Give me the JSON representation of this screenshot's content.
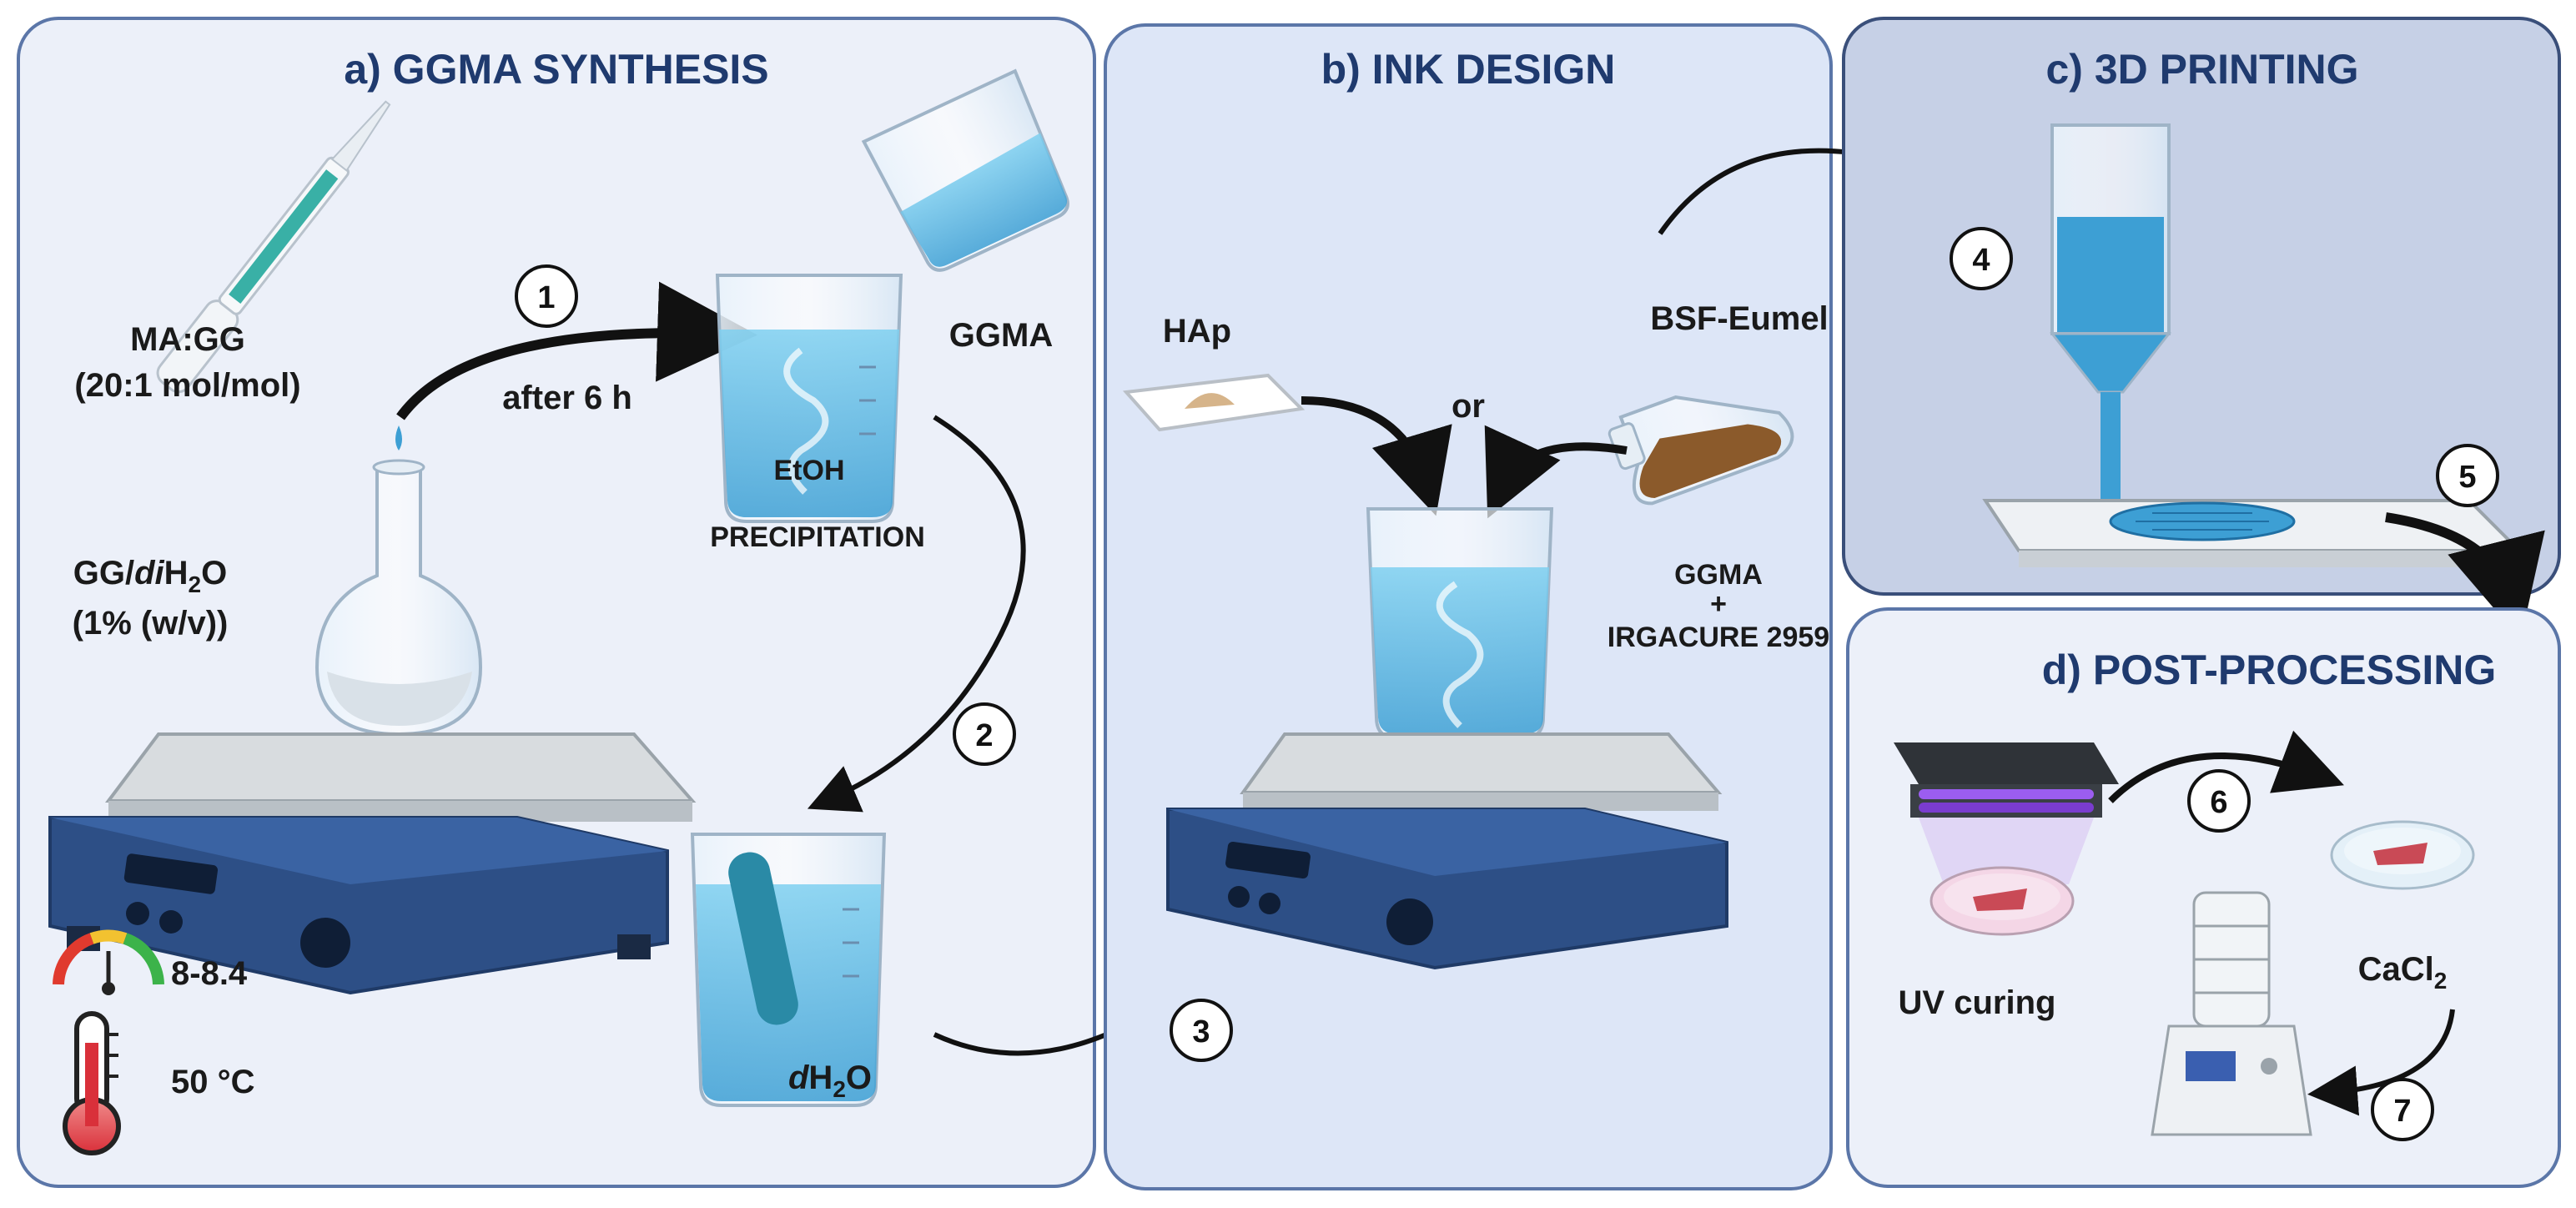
{
  "panels": {
    "a": {
      "title": "a) GGMA SYNTHESIS"
    },
    "b": {
      "title": "b) INK DESIGN"
    },
    "c": {
      "title": "c) 3D PRINTING"
    },
    "d": {
      "title": "d) POST-PROCESSING"
    }
  },
  "labels": {
    "ma_gg_line1": "MA:GG",
    "ma_gg_line2": "(20:1 mol/mol)",
    "gg_line1_prefix": "GG/",
    "gg_line1_italic": "di",
    "gg_line1_suffix": "H",
    "gg_line1_sub": "2",
    "gg_line1_end": "O",
    "gg_line2": "(1% (w/v))",
    "after_6h": "after 6 h",
    "ggma_a": "GGMA",
    "etoh": "EtOH",
    "precipitation": "PRECIPITATION",
    "ph_value": "8-8.4",
    "temperature": "50 °C",
    "dh2o_italic": "d",
    "dh2o_h": "H",
    "dh2o_sub": "2",
    "dh2o_o": "O",
    "hap": "HAp",
    "or": "or",
    "bsf_eumel": "BSF-Eumel",
    "ggma_b": "GGMA",
    "plus": "+",
    "irgacure": "IRGACURE 2959",
    "uv_curing": "UV curing",
    "cacl2_main": "CaCl",
    "cacl2_sub": "2"
  },
  "steps": [
    "1",
    "2",
    "3",
    "4",
    "5",
    "6",
    "7"
  ],
  "colors": {
    "panel_border": "#5b76a8",
    "panel_a_fill": "#ecf0f9",
    "panel_b_fill": "#dde6f7",
    "panel_c_fill": "#c6d0e6",
    "panel_d_fill": "#ecf0f9",
    "title": "#1f3a6e",
    "liquid_blue": "#4aa3d8",
    "stirrer_body": "#2d4f86",
    "uv_purple": "#7a3ccf",
    "bsf_brown": "#8b5a2b"
  }
}
